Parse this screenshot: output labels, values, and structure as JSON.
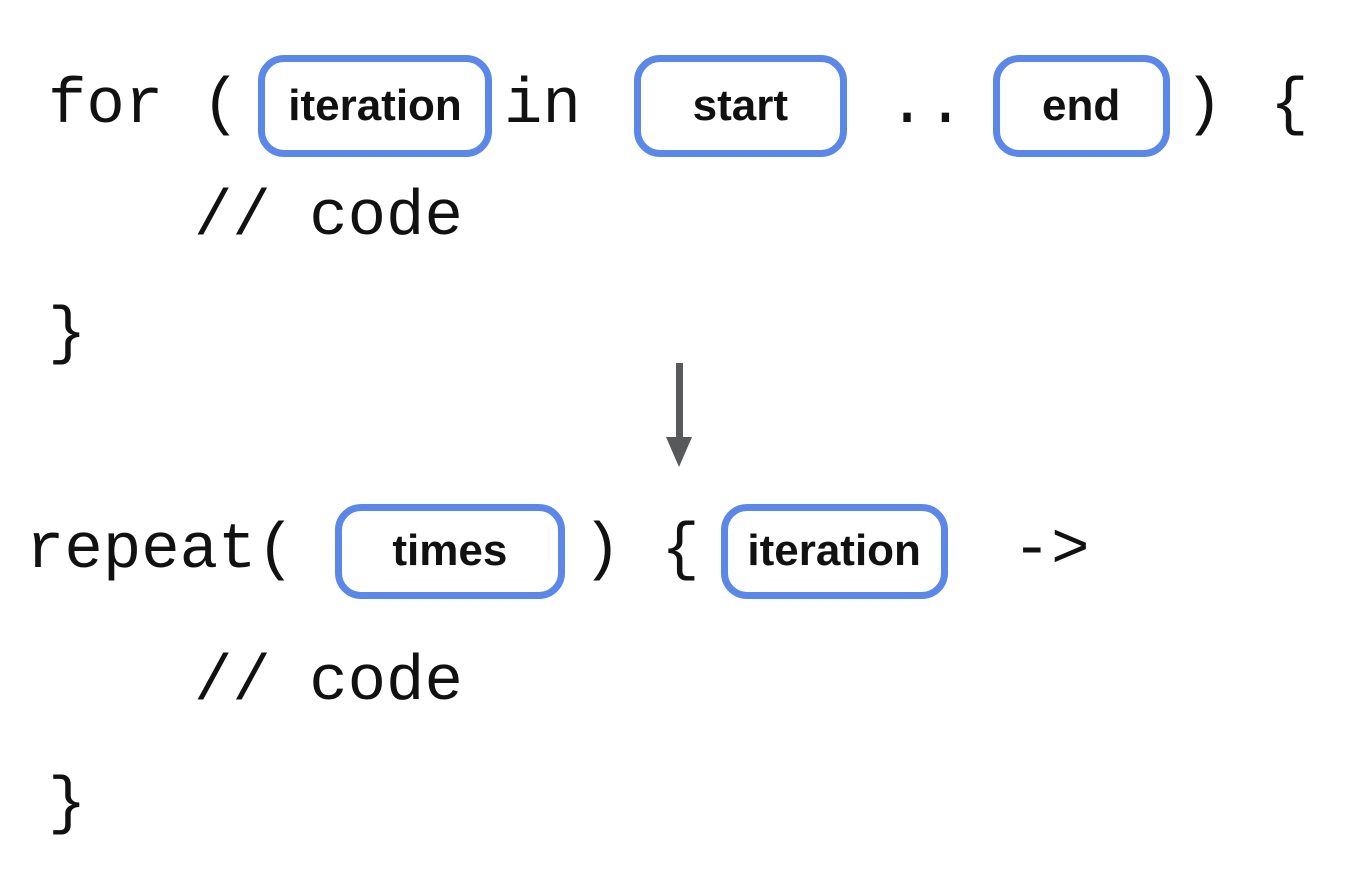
{
  "for_block": {
    "prefix": "for (",
    "iteration_label": "iteration",
    "in_keyword": "in",
    "start_label": "start",
    "range_operator": "..",
    "end_label": "end",
    "close_paren": ")",
    "open_brace": "{",
    "body_comment": "// code",
    "close_brace": "}"
  },
  "transform": {
    "arrow_direction": "down"
  },
  "repeat_block": {
    "prefix": "repeat(",
    "times_label": "times",
    "close_paren": ")",
    "open_brace": "{",
    "iteration_label": "iteration",
    "lambda_arrow": "->",
    "body_comment": "// code",
    "close_brace": "}"
  },
  "colors": {
    "placeholder_border": "#5b87e9",
    "arrow": "#58595b",
    "code_text": "#111111"
  }
}
